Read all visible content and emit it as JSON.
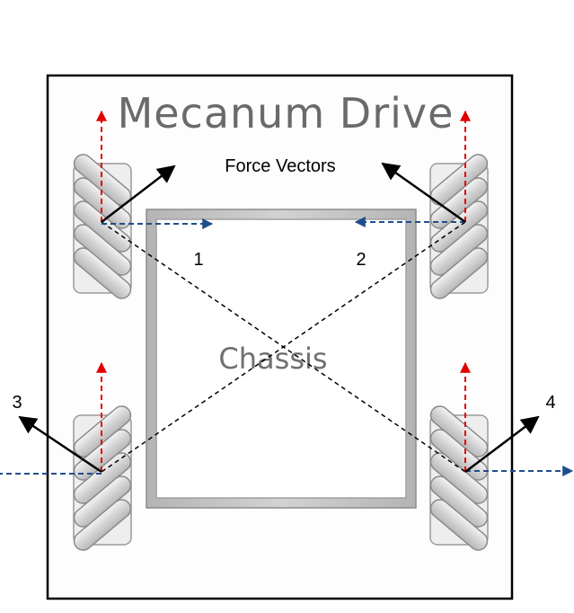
{
  "diagram": {
    "title": "Mecanum Drive",
    "force_label": "Force Vectors",
    "chassis_label": "Chassis",
    "wheels": [
      {
        "id": "1",
        "label": "1"
      },
      {
        "id": "2",
        "label": "2"
      },
      {
        "id": "3",
        "label": "3"
      },
      {
        "id": "4",
        "label": "4"
      }
    ],
    "colors": {
      "forward_vector": "#e00000",
      "lateral_vector": "#1f4e8c",
      "resultant_vector": "#000000",
      "frame": "#000000",
      "chassis_outline": "#9a9a9a",
      "wheel_roller": "#d8d8d8"
    }
  }
}
